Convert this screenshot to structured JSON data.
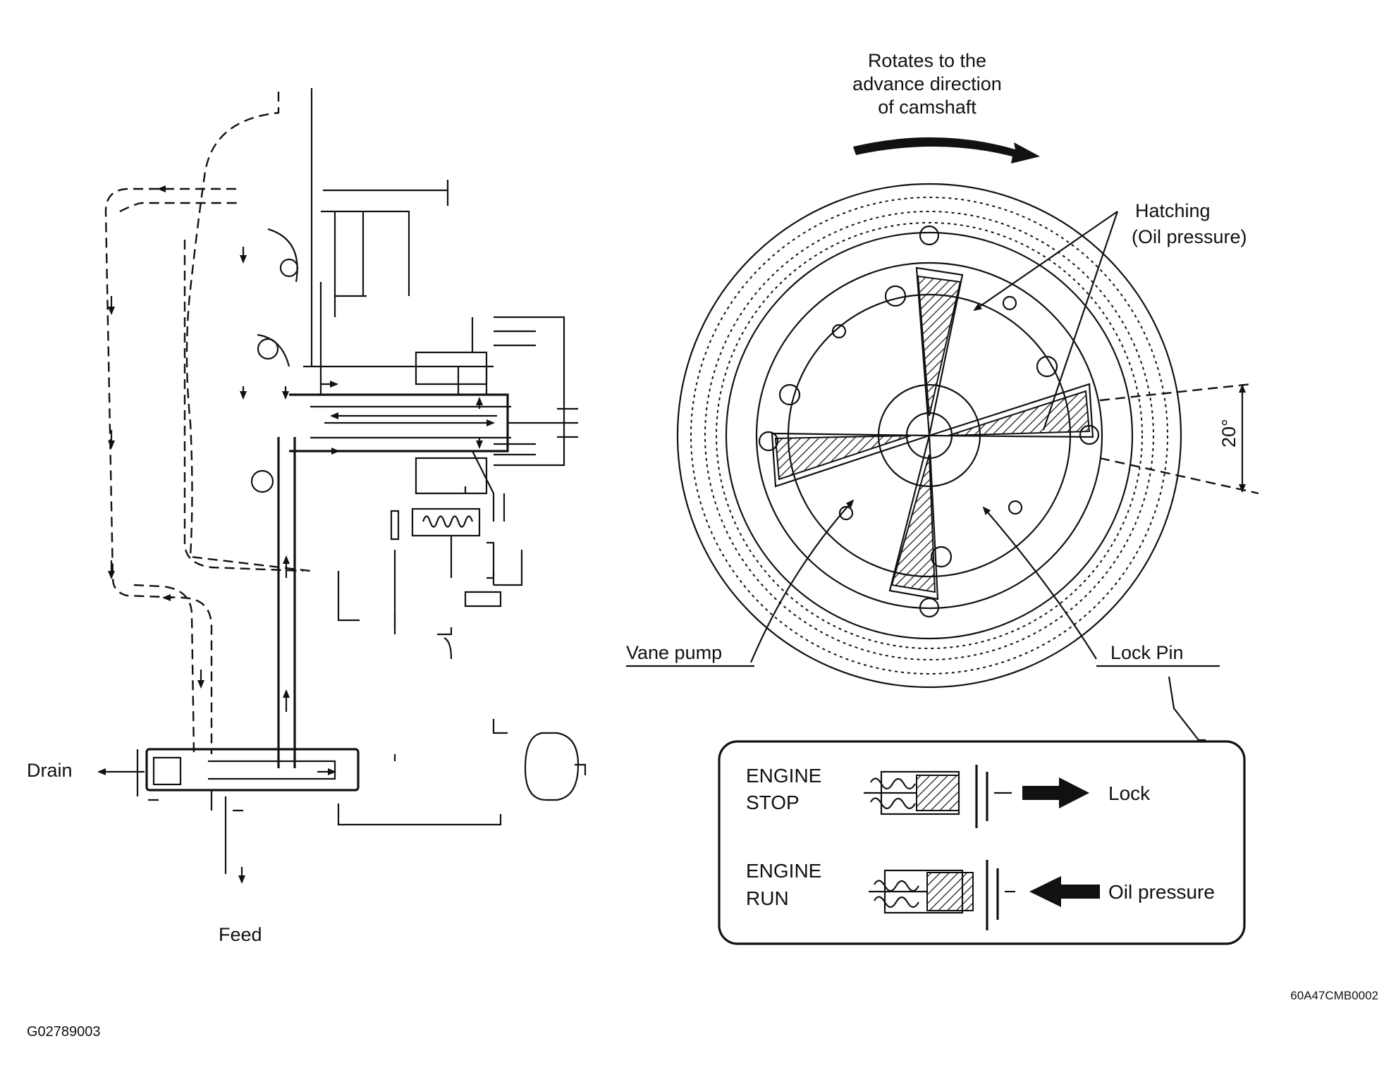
{
  "labels": {
    "rotation": [
      "Rotates to the",
      "advance direction",
      "of camshaft"
    ],
    "hatching": [
      "Hatching",
      "(Oil pressure)"
    ],
    "angle": "20°",
    "vane_pump": "Vane pump",
    "lock_pin": "Lock Pin",
    "drain": "Drain",
    "feed": "Feed",
    "figure_code": "G02789003",
    "ref_code": "60A47CMB0002"
  },
  "inset": {
    "rows": [
      {
        "state": [
          "ENGINE",
          "STOP"
        ],
        "result": "Lock"
      },
      {
        "state": [
          "ENGINE",
          "RUN"
        ],
        "result": "Oil pressure"
      }
    ]
  }
}
